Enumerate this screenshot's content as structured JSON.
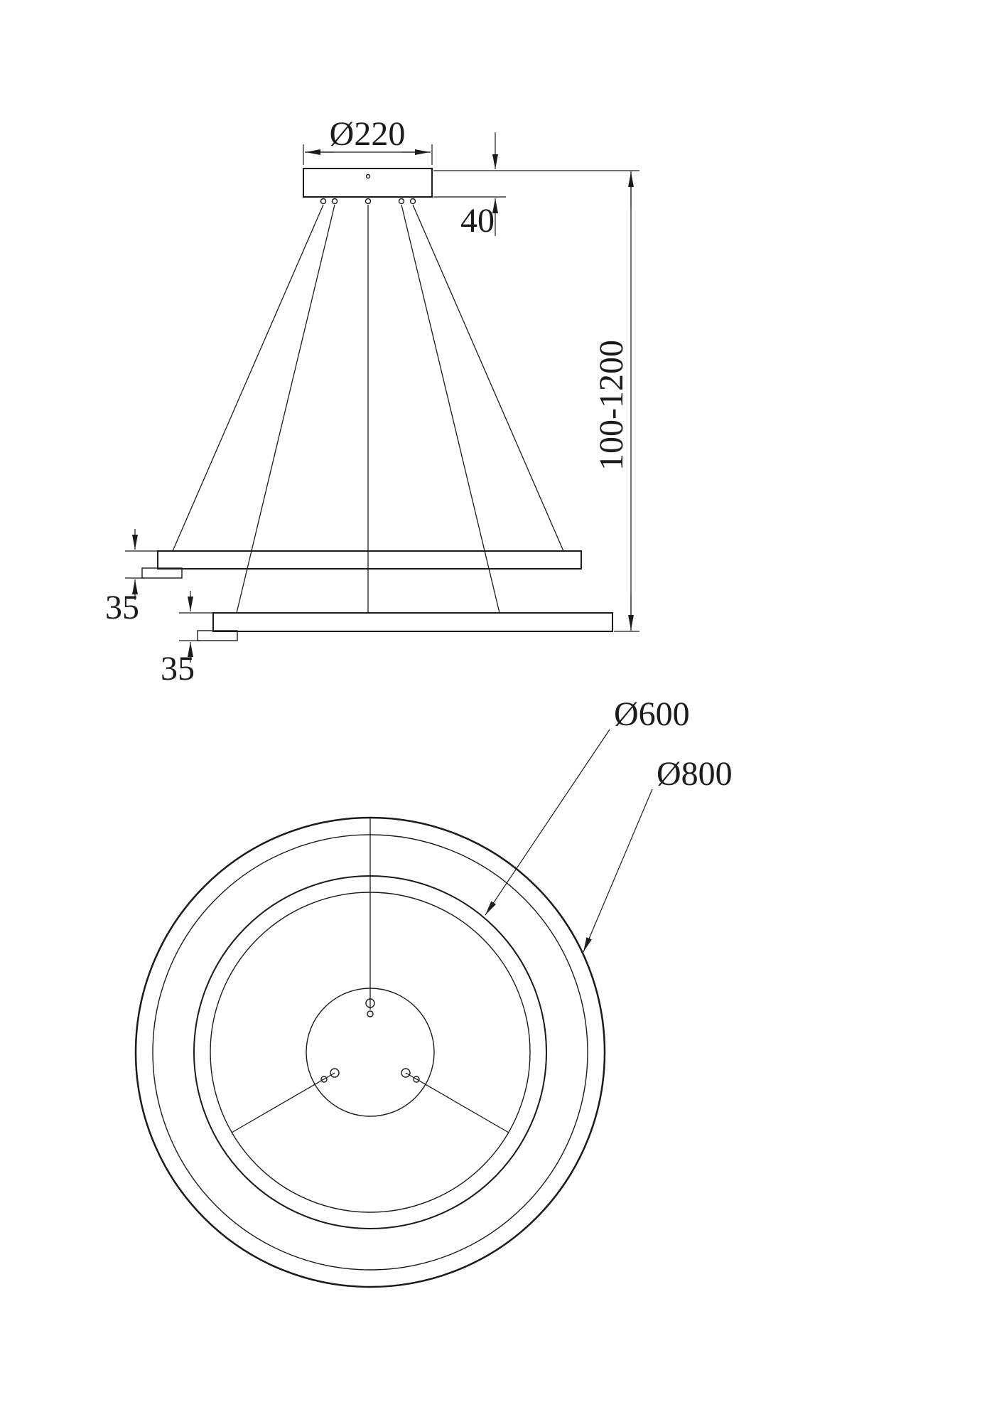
{
  "background": "#ffffff",
  "line_color": "#1b1b1b",
  "side_view": {
    "canopy_diameter_label": "Ø220",
    "canopy_height_label": "40",
    "suspension_height_label": "100-1200",
    "upper_ring_height_label": "35",
    "lower_ring_height_label": "35"
  },
  "plan_view": {
    "inner_ring_diameter_label": "Ø600",
    "outer_ring_diameter_label": "Ø800"
  }
}
